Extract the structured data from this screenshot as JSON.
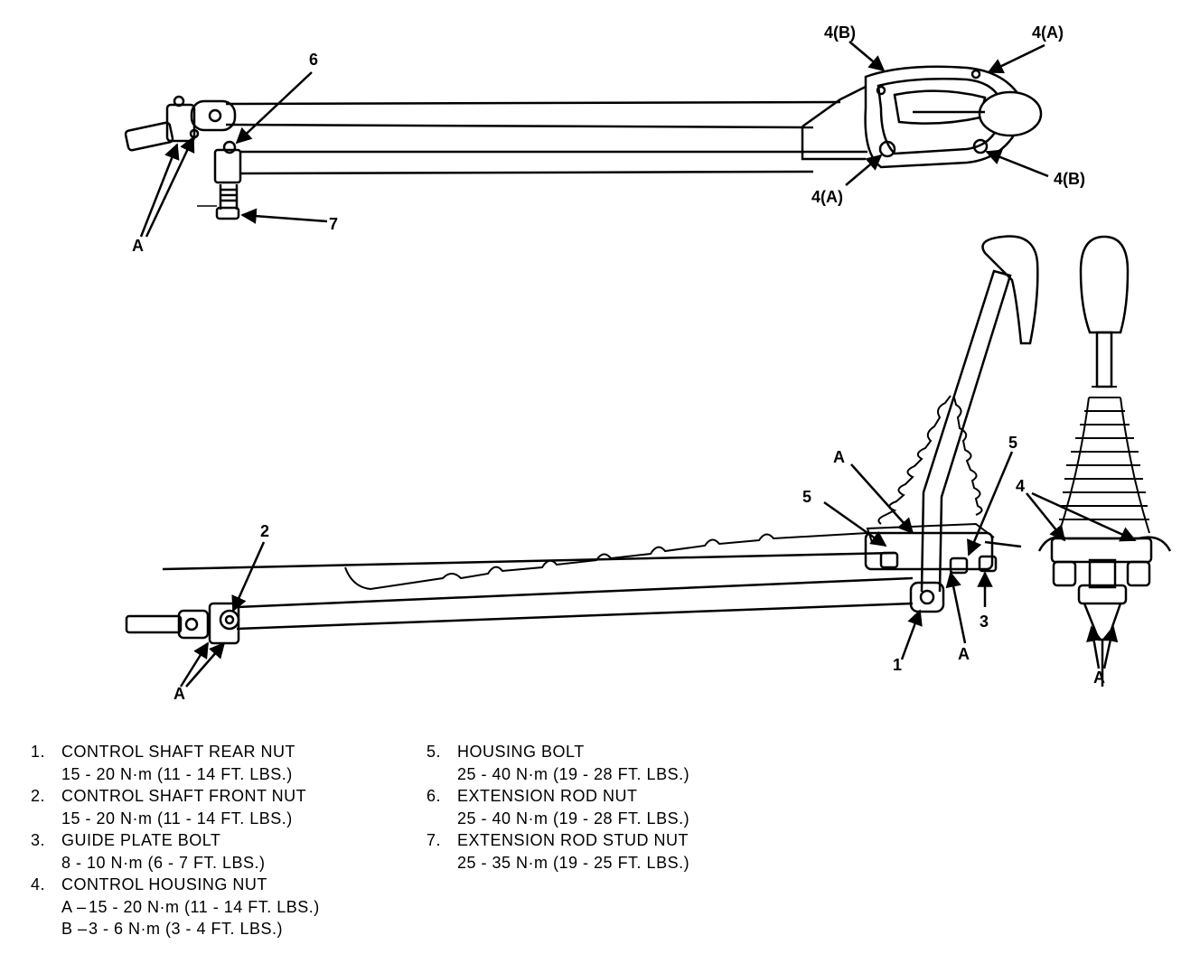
{
  "callouts": {
    "top": {
      "l6": "6",
      "l7": "7",
      "lA": "A",
      "l4b_top": "4(B)",
      "l4a_top": "4(A)",
      "l4a_bottom": "4(A)",
      "l4b_bottom": "4(B)"
    },
    "bottom": {
      "l2": "2",
      "lA_left": "A",
      "l5_left": "5",
      "lA_mid": "A",
      "l5_right": "5",
      "l1": "1",
      "lA_low": "A",
      "l3": "3"
    },
    "side": {
      "l4": "4",
      "lA": "A"
    }
  },
  "legend": {
    "left": [
      {
        "num": "1.",
        "name": "CONTROL SHAFT REAR NUT",
        "torque": "15 - 20 N·m (11 - 14 FT. LBS.)"
      },
      {
        "num": "2.",
        "name": "CONTROL SHAFT FRONT NUT",
        "torque": "15 - 20 N·m (11 - 14 FT. LBS.)"
      },
      {
        "num": "3.",
        "name": "GUIDE PLATE BOLT",
        "torque": "8 - 10 N·m (6 - 7 FT. LBS.)"
      },
      {
        "num": "4.",
        "name": "CONTROL HOUSING NUT",
        "a_label": "A –",
        "a_torque": "15 - 20 N·m (11 - 14 FT. LBS.)",
        "b_label": "B –",
        "b_torque": "3 - 6 N·m (3 - 4 FT. LBS.)"
      }
    ],
    "right": [
      {
        "num": "5.",
        "name": "HOUSING BOLT",
        "torque": "25 - 40 N·m (19 - 28 FT. LBS.)"
      },
      {
        "num": "6.",
        "name": "EXTENSION ROD NUT",
        "torque": "25 - 40 N·m (19 - 28 FT. LBS.)"
      },
      {
        "num": "7.",
        "name": "EXTENSION ROD STUD NUT",
        "torque": "25 - 35 N·m (19 - 25 FT. LBS.)"
      }
    ]
  }
}
